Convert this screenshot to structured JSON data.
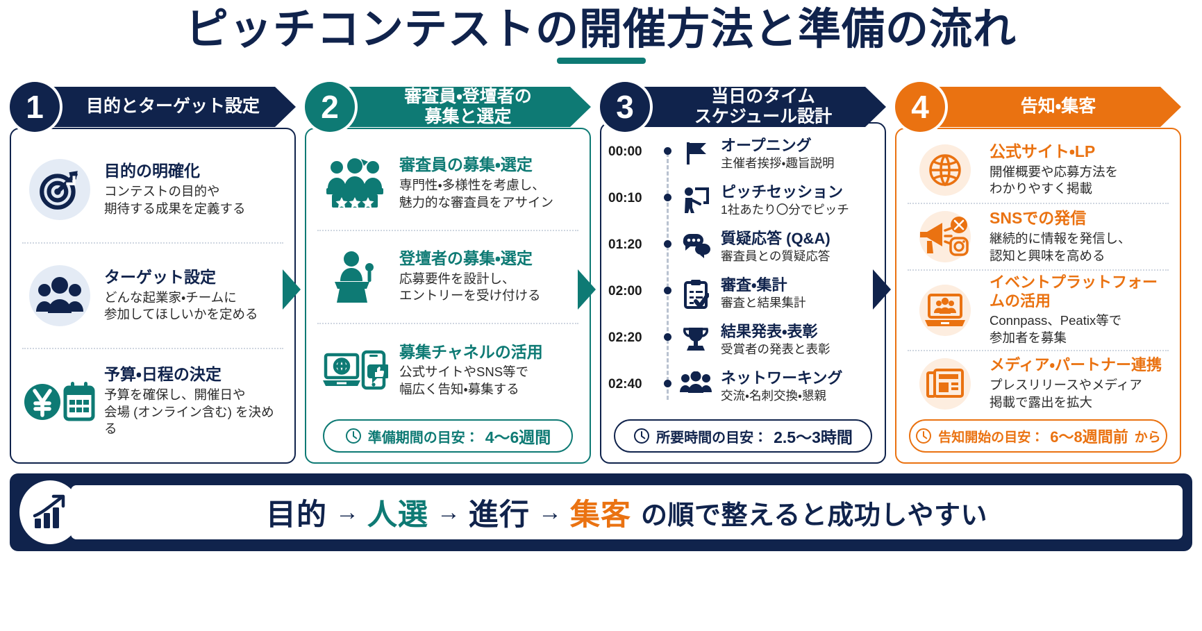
{
  "title": "ピッチコンテストの開催方法と準備の流れ",
  "colors": {
    "navy": "#10234C",
    "teal": "#0E7A74",
    "orange": "#EA7211",
    "navy_tint": "#E4EBF5",
    "teal_tint": "#E1F0EE",
    "orange_tint": "#FDEDDF",
    "body_text": "#2B2B2B"
  },
  "columns": [
    {
      "number": "1",
      "heading": "目的とターゲット設定",
      "theme": "navy",
      "items": [
        {
          "icon": "target-icon",
          "title": "目的の明確化",
          "desc_lines": [
            "コンテストの目的や",
            "期待する成果を定義する"
          ]
        },
        {
          "icon": "people-group-icon",
          "title": "ターゲット設定",
          "desc_lines": [
            "どんな起業家・チームに",
            "参加してほしいかを定める"
          ]
        },
        {
          "icon": "yen-calendar-icon",
          "title": "予算・日程の決定",
          "desc_lines": [
            "予算を確保し、開催日や",
            "会場 (オンライン含む) を決める"
          ]
        }
      ],
      "pill": null
    },
    {
      "number": "2",
      "heading_lines": [
        "審査員・登壇者の",
        "募集と選定"
      ],
      "theme": "teal",
      "items": [
        {
          "icon": "judges-panel-icon",
          "title": "審査員の募集・選定",
          "desc_lines": [
            "専門性・多様性を考慮し、",
            "魅力的な審査員をアサイン"
          ]
        },
        {
          "icon": "podium-speaker-icon",
          "title": "登壇者の募集・選定",
          "desc_lines": [
            "応募要件を設計し、",
            "エントリーを受け付ける"
          ]
        },
        {
          "icon": "laptop-phone-icon",
          "title": "募集チャネルの活用",
          "desc_lines": [
            "公式サイトやSNS等で",
            "幅広く告知・募集する"
          ]
        }
      ],
      "pill": {
        "icon": "clock-icon",
        "label": "準備期間の目安：",
        "value": "4〜6週間",
        "tail": ""
      }
    },
    {
      "number": "3",
      "heading_lines": [
        "当日のタイム",
        "スケジュール設計"
      ],
      "theme": "navy",
      "timeline": [
        {
          "time": "00:00",
          "icon": "flag-icon",
          "title": "オープニング",
          "desc": "主催者挨拶・趣旨説明"
        },
        {
          "time": "00:10",
          "icon": "presenter-icon",
          "title": "ピッチセッション",
          "desc": "1社あたり〇分でピッチ"
        },
        {
          "time": "01:20",
          "icon": "chat-bubbles-icon",
          "title": "質疑応答 (Q&A)",
          "desc": "審査員との質疑応答"
        },
        {
          "time": "02:00",
          "icon": "clipboard-check-icon",
          "title": "審査・集計",
          "desc": "審査と結果集計"
        },
        {
          "time": "02:20",
          "icon": "trophy-icon",
          "title": "結果発表・表彰",
          "desc": "受賞者の発表と表彰"
        },
        {
          "time": "02:40",
          "icon": "networking-icon",
          "title": "ネットワーキング",
          "desc": "交流・名刺交換・懇親"
        }
      ],
      "pill": {
        "icon": "clock-icon",
        "label": "所要時間の目安：",
        "value": "2.5〜3時間",
        "tail": ""
      }
    },
    {
      "number": "4",
      "heading": "告知・集客",
      "theme": "orange",
      "items": [
        {
          "icon": "globe-icon",
          "title": "公式サイト・LP",
          "desc_lines": [
            "開催概要や応募方法を",
            "わかりやすく掲載"
          ]
        },
        {
          "icon": "megaphone-sns-icon",
          "title": "SNSでの発信",
          "desc_lines": [
            "継続的に情報を発信し、",
            "認知と興味を高める"
          ]
        },
        {
          "icon": "laptop-audience-icon",
          "title": "イベントプラットフォームの活用",
          "desc_lines": [
            "Connpass、Peatix等で",
            "参加者を募集"
          ]
        },
        {
          "icon": "newspaper-icon",
          "title": "メディア・パートナー連携",
          "desc_lines": [
            "プレスリリースやメディア",
            "掲載で露出を拡大"
          ]
        }
      ],
      "pill": {
        "icon": "clock-icon",
        "label": "告知開始の目安：",
        "value": "6〜8週間前",
        "tail": "から"
      }
    }
  ],
  "summary": {
    "icon": "growth-chart-icon",
    "words": [
      {
        "text": "目的",
        "color": "#10234C"
      },
      {
        "text": "人選",
        "color": "#0E7A74"
      },
      {
        "text": "進行",
        "color": "#10234C"
      },
      {
        "text": "集客",
        "color": "#EA7211"
      }
    ],
    "arrow": "→",
    "tail": "の順で整えると成功しやすい"
  }
}
